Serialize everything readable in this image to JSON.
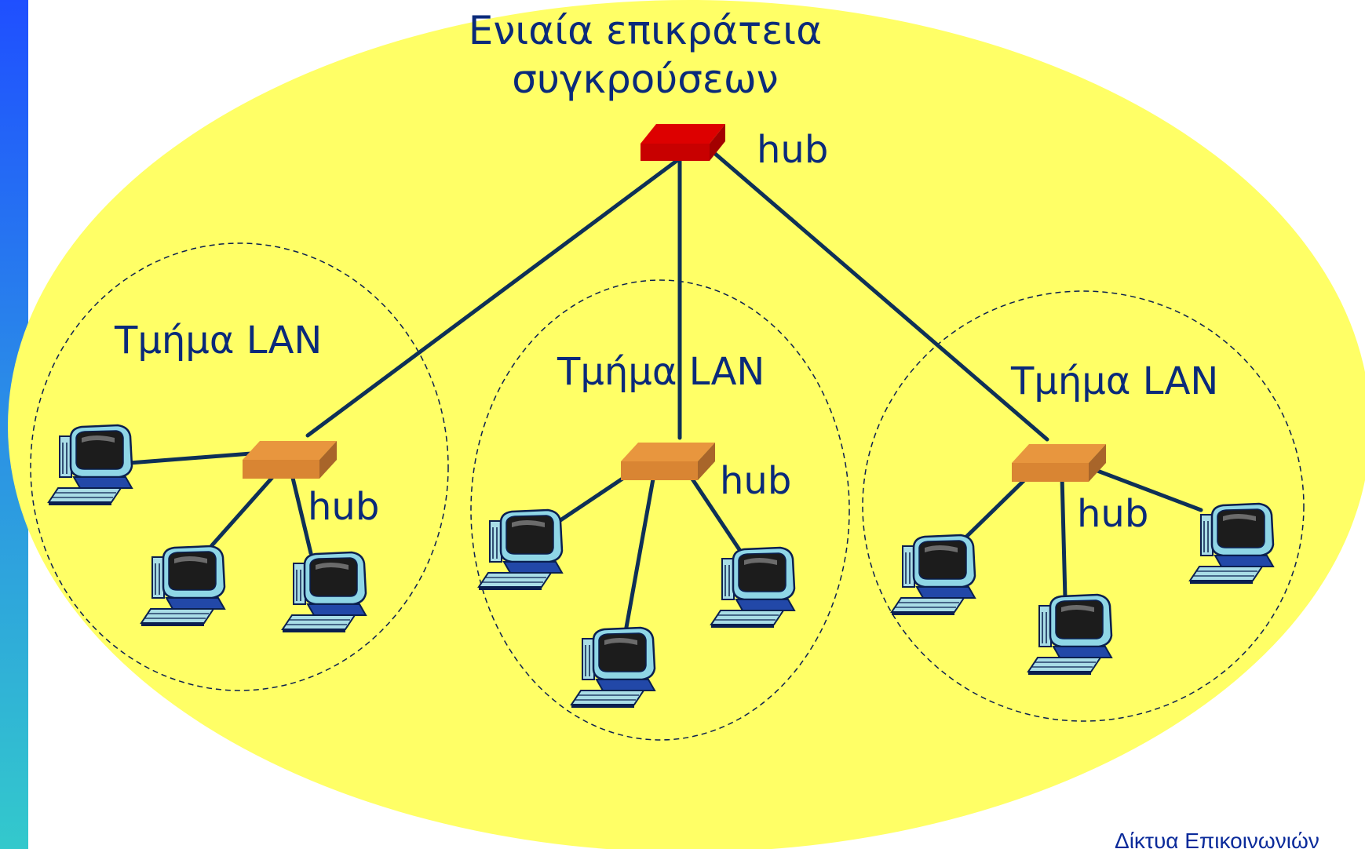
{
  "title_line1": "Ενιαία επικράτεια",
  "title_line2": "συγκρούσεων",
  "core_hub_label": "hub",
  "segments": [
    {
      "label": "Τμήμα LAN",
      "hub_label": "hub",
      "computers": 3
    },
    {
      "label": "Τμήμα LAN",
      "hub_label": "hub",
      "computers": 3
    },
    {
      "label": "Τμήμα LAN",
      "hub_label": "hub",
      "computers": 3
    }
  ],
  "footer": "Δίκτυα Επικοινωνιών",
  "colors": {
    "domain_fill": "#ffff66",
    "link": "#0e3057",
    "core_hub": "#dd0000",
    "segment_hub": "#df8a33",
    "text": "#0a2a7a",
    "sidebar_top": "#1f4fff",
    "sidebar_bottom": "#33c9cc"
  },
  "icons": [
    "computer-icon",
    "hub-icon"
  ]
}
